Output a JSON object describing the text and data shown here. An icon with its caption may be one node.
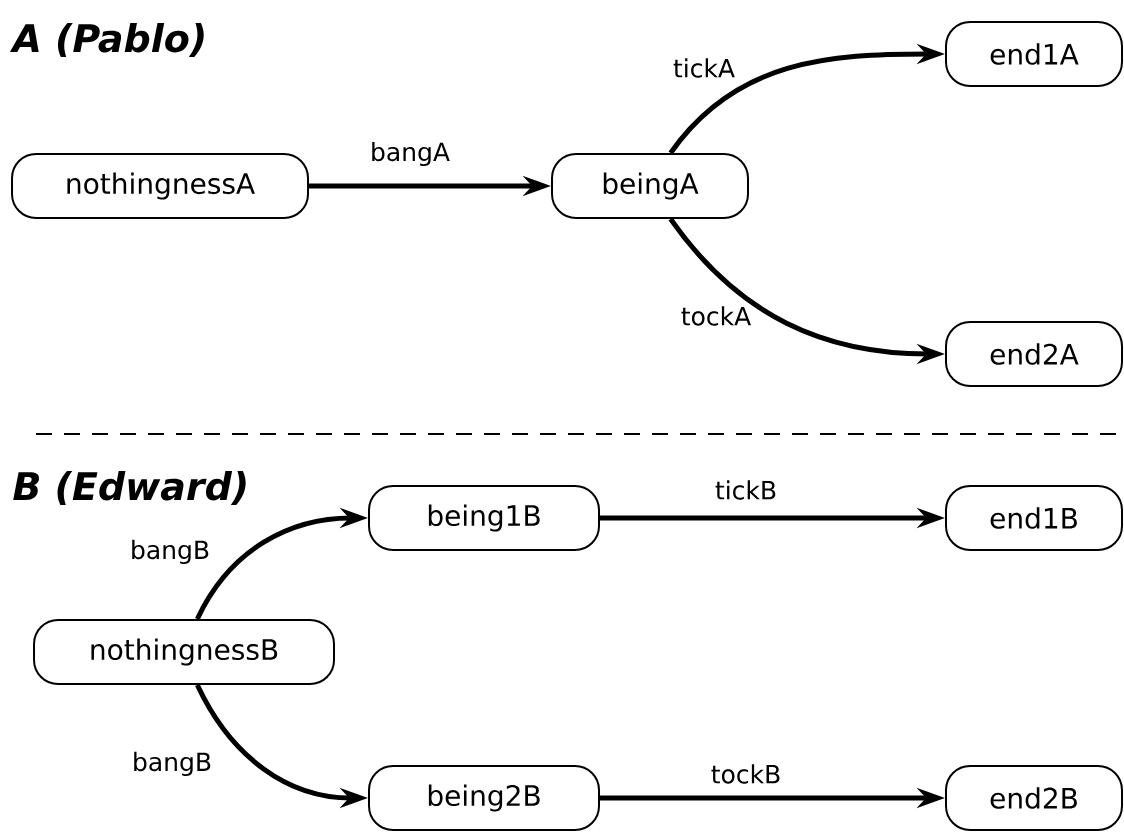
{
  "diagram": {
    "nodes": [
      {
        "text": [
          "nothingnessA"
        ]
      },
      {
        "text": [
          "beingA"
        ]
      },
      {
        "text": [
          "end1A"
        ]
      },
      {
        "text": [
          "end2A"
        ]
      },
      {
        "text": [
          "nothingnessB"
        ]
      },
      {
        "text": [
          "being1B"
        ]
      },
      {
        "text": [
          "end1B"
        ]
      },
      {
        "text": [
          "being2B"
        ]
      },
      {
        "text": [
          "end2B"
        ]
      }
    ],
    "edges": [
      {
        "from": 0,
        "to": 1,
        "arrow": "to",
        "label": "bangA"
      },
      {
        "from": 1,
        "to": 2,
        "arrow": "to",
        "label": "tickA"
      },
      {
        "from": 1,
        "to": 3,
        "arrow": "to",
        "label": "tockA"
      },
      {
        "from": 4,
        "to": 5,
        "arrow": "to",
        "label": "bangB"
      },
      {
        "from": 4,
        "to": 7,
        "arrow": "to",
        "label": "bangB"
      },
      {
        "from": 5,
        "to": 6,
        "arrow": "to",
        "label": "tickB"
      },
      {
        "from": 7,
        "to": 8,
        "arrow": "to",
        "label": "tockB"
      }
    ],
    "labels": [
      "A (Pablo)",
      "B (Edward)"
    ]
  }
}
